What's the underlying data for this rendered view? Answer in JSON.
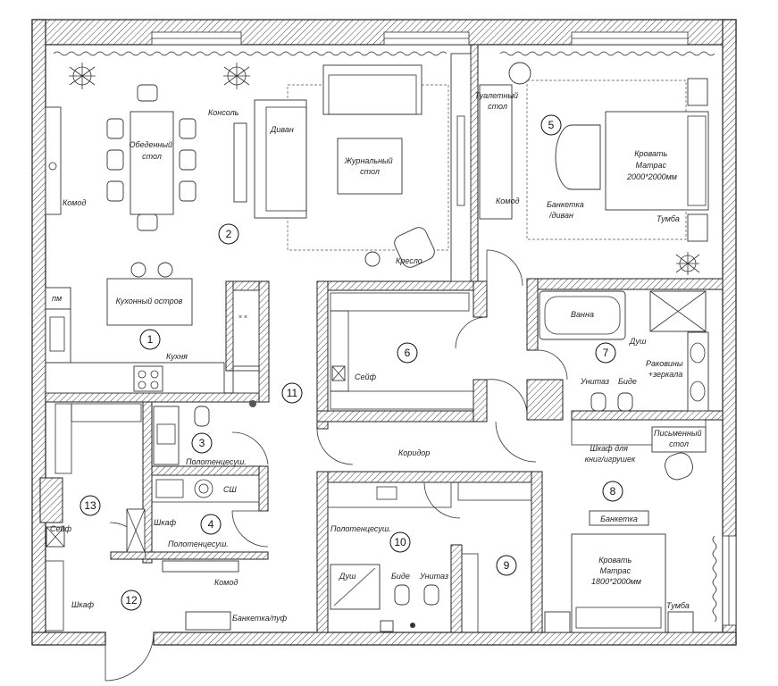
{
  "rooms": [
    {
      "num": "1",
      "label": "Кухня"
    },
    {
      "num": "2",
      "label": ""
    },
    {
      "num": "3",
      "label": ""
    },
    {
      "num": "4",
      "label": ""
    },
    {
      "num": "5",
      "label": ""
    },
    {
      "num": "6",
      "label": ""
    },
    {
      "num": "7",
      "label": ""
    },
    {
      "num": "8",
      "label": ""
    },
    {
      "num": "9",
      "label": ""
    },
    {
      "num": "10",
      "label": ""
    },
    {
      "num": "11",
      "label": "Коридор"
    },
    {
      "num": "12",
      "label": ""
    },
    {
      "num": "13",
      "label": ""
    }
  ],
  "labels": {
    "dining_table": [
      "Обеденный",
      "стол"
    ],
    "commode_left": "Комод",
    "console": "Консоль",
    "sofa": "Диван",
    "coffee_table": [
      "Журнальный",
      "стол"
    ],
    "armchair": "Кресло",
    "dressing_table": [
      "Туалетный",
      "стол"
    ],
    "commode_bedroom": "Комод",
    "bed_master": [
      "Кровать",
      "Матрас",
      "2000*2000мм"
    ],
    "bench_sofa": [
      "Банкетка",
      "/диван"
    ],
    "nightstand_master": "Тумба",
    "fridge": "пм",
    "kitchen_island": "Кухонный остров",
    "safe_6": "Сейф",
    "bath": "Ванна",
    "shower_7": "Душ",
    "sinks_mirrors": [
      "Раковины",
      "+зеркала"
    ],
    "toilet_7": "Унитаз",
    "bidet_7": "Биде",
    "towel_dryer_3": "Полотенцесуш.",
    "washer": "СШ",
    "wardrobe_4": "Шкаф",
    "towel_dryer_4": "Полотенцесуш.",
    "desk": [
      "Письменный",
      "стол"
    ],
    "bookcase": [
      "Шкаф для",
      "книг/игрушек"
    ],
    "bench_8": "Банкетка",
    "bed_8": [
      "Кровать",
      "Матрас",
      "1800*2000мм"
    ],
    "nightstand_8": "Тумба",
    "towel_dryer_10": "Полотенцесуш.",
    "shower_10": "Душ",
    "bidet_10": "Биде",
    "toilet_10": "Унитаз",
    "safe_13": "Сейф",
    "wardrobe_12": "Шкаф",
    "commode_12": "Комод",
    "bench_pouf": "Банкетка/пуф"
  }
}
